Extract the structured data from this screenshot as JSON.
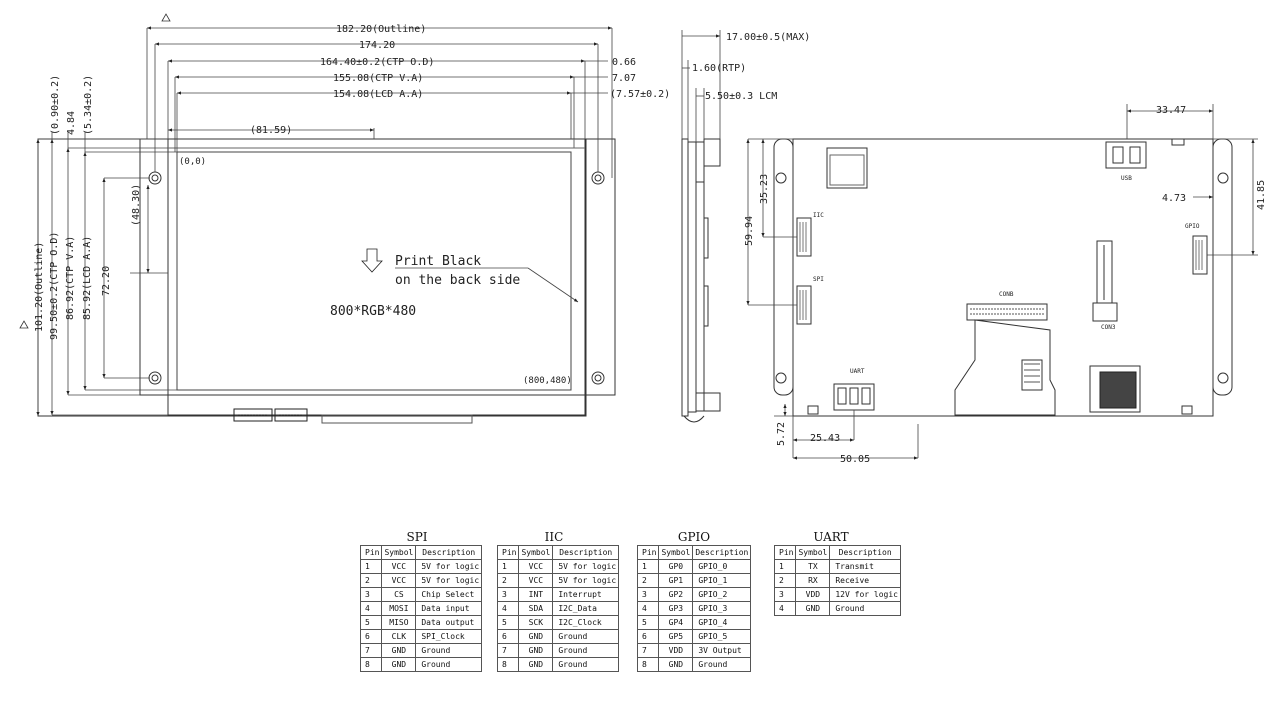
{
  "dimensions": {
    "outline_width": "182.20(Outline)",
    "w_174": "174.20",
    "ctp_od_width": "164.40±0.2(CTP O.D)",
    "ctp_va_width": "155.08(CTP V.A)",
    "lcd_aa_width": "154.08(LCD A.A)",
    "right_066": "0.66",
    "right_707": "7.07",
    "right_757": "(7.57±0.2)",
    "center_8159": "(81.59)",
    "left_090": "(0.90±0.2)",
    "left_484": "4.84",
    "left_534": "(5.34±0.2)",
    "outline_height": "101.20(Outline)",
    "ctp_od_height": "99.50±0.2(CTP O.D)",
    "ctp_va_height": "86.92(CTP V.A)",
    "lcd_aa_height": "85.92(LCD A.A)",
    "h_7220": "72.20",
    "h_4830": "(48.30)",
    "origin": "(0,0)",
    "corner": "(800,480)",
    "side_max": "17.00±0.5(MAX)",
    "side_rtp": "1.60(RTP)",
    "side_lcm": "5.50±0.3 LCM",
    "back_3347": "33.47",
    "back_473": "4.73",
    "back_4185": "41.85",
    "back_3523": "35.23",
    "back_5994": "59.94",
    "back_572": "5.72",
    "back_2543": "25.43",
    "back_5005": "50.05"
  },
  "notes": {
    "print_line1": "Print  Black",
    "print_line2": "on the back side",
    "resolution": "800*RGB*480"
  },
  "back_labels": {
    "usb": "USB",
    "iic": "IIC",
    "spi": "SPI",
    "gpio": "GPIO",
    "con": "CONB",
    "con3": "CON3",
    "uart": "UART"
  },
  "tables": {
    "headers": [
      "Pin",
      "Symbol",
      "Description"
    ],
    "spi": {
      "title": "SPI",
      "rows": [
        [
          "1",
          "VCC",
          "5V for logic"
        ],
        [
          "2",
          "VCC",
          "5V for logic"
        ],
        [
          "3",
          "CS",
          "Chip Select"
        ],
        [
          "4",
          "MOSI",
          "Data input"
        ],
        [
          "5",
          "MISO",
          "Data output"
        ],
        [
          "6",
          "CLK",
          "SPI_Clock"
        ],
        [
          "7",
          "GND",
          "Ground"
        ],
        [
          "8",
          "GND",
          "Ground"
        ]
      ]
    },
    "iic": {
      "title": "IIC",
      "rows": [
        [
          "1",
          "VCC",
          "5V for logic"
        ],
        [
          "2",
          "VCC",
          "5V for logic"
        ],
        [
          "3",
          "INT",
          "Interrupt"
        ],
        [
          "4",
          "SDA",
          "I2C_Data"
        ],
        [
          "5",
          "SCK",
          "I2C_Clock"
        ],
        [
          "6",
          "GND",
          "Ground"
        ],
        [
          "7",
          "GND",
          "Ground"
        ],
        [
          "8",
          "GND",
          "Ground"
        ]
      ]
    },
    "gpio": {
      "title": "GPIO",
      "rows": [
        [
          "1",
          "GP0",
          "GPIO_0"
        ],
        [
          "2",
          "GP1",
          "GPIO_1"
        ],
        [
          "3",
          "GP2",
          "GPIO_2"
        ],
        [
          "4",
          "GP3",
          "GPIO_3"
        ],
        [
          "5",
          "GP4",
          "GPIO_4"
        ],
        [
          "6",
          "GP5",
          "GPIO_5"
        ],
        [
          "7",
          "VDD",
          "3V Output"
        ],
        [
          "8",
          "GND",
          "Ground"
        ]
      ]
    },
    "uart": {
      "title": "UART",
      "rows": [
        [
          "1",
          "TX",
          "Transmit"
        ],
        [
          "2",
          "RX",
          "Receive"
        ],
        [
          "3",
          "VDD",
          "12V for logic"
        ],
        [
          "4",
          "GND",
          "Ground"
        ]
      ]
    }
  }
}
